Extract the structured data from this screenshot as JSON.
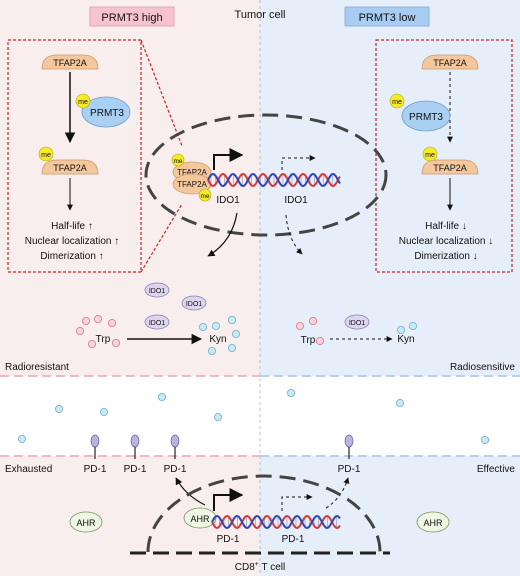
{
  "header": {
    "left_panel_label": "PRMT3 high",
    "center_label": "Tumor cell",
    "right_panel_label": "PRMT3 low"
  },
  "proteins": {
    "tfap2a": "TFAP2A",
    "prmt3": "PRMT3",
    "me": "me",
    "ido1": "IDO1",
    "ahr": "AHR",
    "pd1": "PD-1"
  },
  "metabolites": {
    "trp": "Trp",
    "kyn": "Kyn"
  },
  "left_effects": [
    "Half-life ↑",
    "Nuclear localization ↑",
    "Dimerization ↑"
  ],
  "right_effects": [
    "Half-life ↓",
    "Nuclear localization ↓",
    "Dimerization ↓"
  ],
  "phenotypes": {
    "left_top": "Radioresistant",
    "right_top": "Radiosensitive",
    "left_bottom": "Exhausted",
    "right_bottom": "Effective"
  },
  "t_cell_label_prefix": "CD8",
  "t_cell_label_sup": "+",
  "t_cell_label_suffix": " T cell",
  "colors": {
    "left_bg": "#f8eeee",
    "right_bg": "#e6eef9",
    "tfap2a_fill": "#f5c79c",
    "prmt3_fill": "#a9d0f3",
    "me_fill": "#f4ea2a",
    "ido1_fill": "#ddd5ee",
    "kyn_dot": "#a8d8ea",
    "trp_dot": "#f0aab8",
    "pd1_fill": "#b9b3dd",
    "dashed_red": "#cc2222",
    "dna_red": "#d23b3b",
    "dna_blue": "#2d46b8"
  }
}
